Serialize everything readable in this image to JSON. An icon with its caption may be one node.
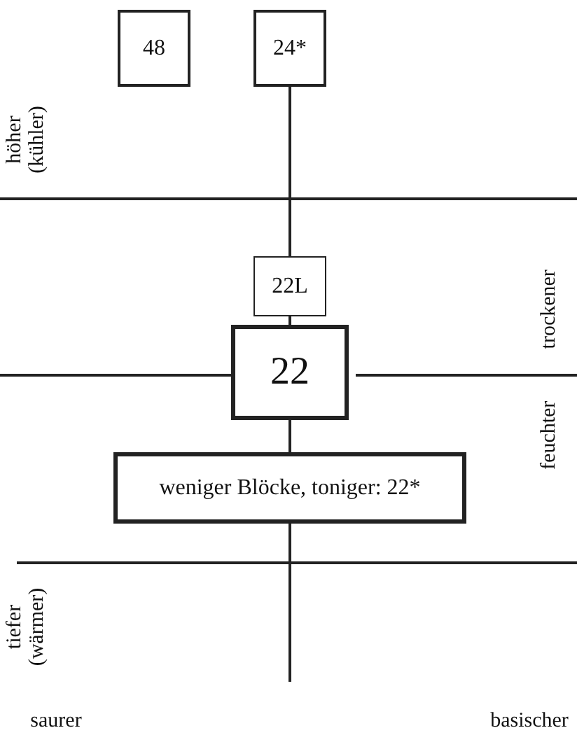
{
  "diagram": {
    "nodes": [
      {
        "text": [
          "48"
        ]
      },
      {
        "text": [
          "24*"
        ]
      },
      {
        "text": [
          "22L"
        ]
      },
      {
        "text": [
          "22"
        ]
      },
      {
        "text": [
          "weniger Blöcke, toniger: 22*"
        ]
      }
    ],
    "edges": [
      {
        "from": 1,
        "to": 2,
        "arrow": "none"
      },
      {
        "from": 2,
        "to": 3,
        "arrow": "none"
      },
      {
        "from": 3,
        "to": 4,
        "arrow": "none"
      },
      {
        "from": 4,
        "to": null,
        "arrow": "none"
      }
    ],
    "labels": [
      "höher (kühler)",
      "trockener",
      "feuchter",
      "tiefer (wärmer)",
      "saurer",
      "basischer"
    ]
  }
}
